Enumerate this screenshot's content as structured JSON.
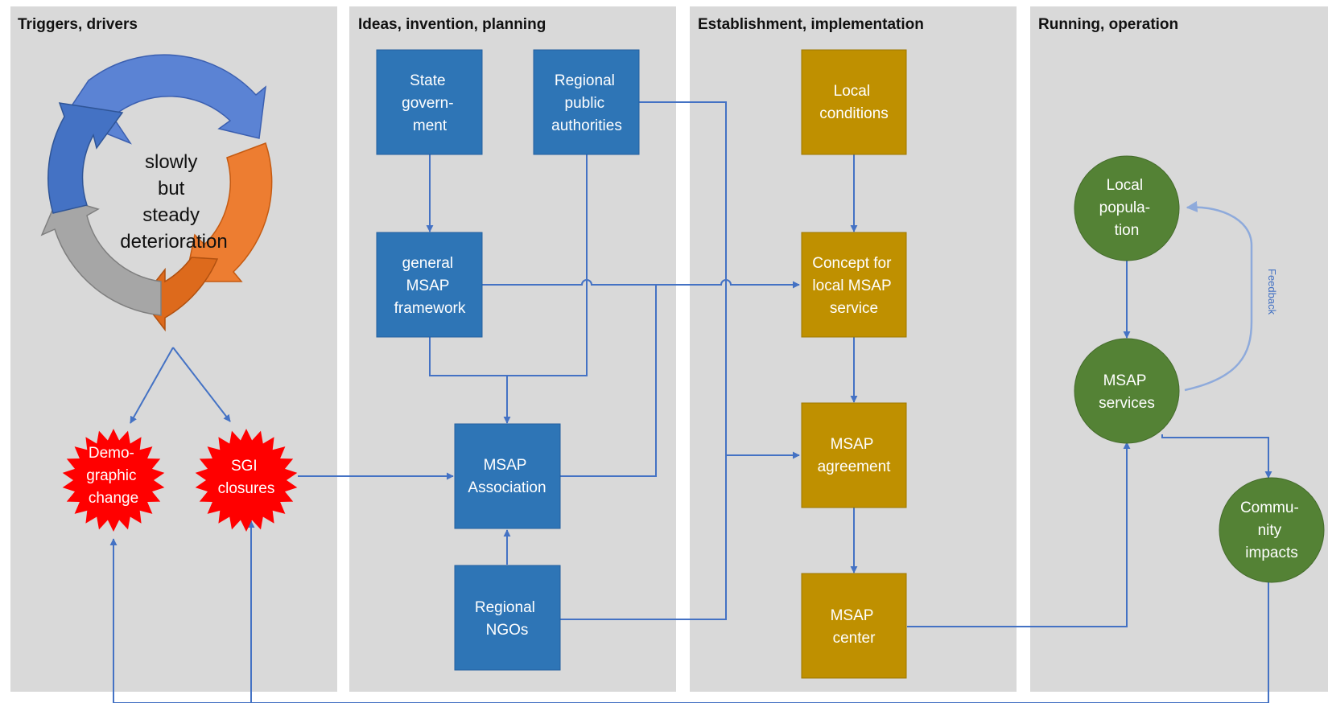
{
  "lanes": [
    {
      "title": "Triggers, drivers"
    },
    {
      "title": "Ideas, invention, planning"
    },
    {
      "title": "Establishment, implementation"
    },
    {
      "title": "Running, operation"
    }
  ],
  "cycle": {
    "lines": [
      "slowly",
      "but",
      "steady",
      "deterioration"
    ]
  },
  "nodes": {
    "demographic_change": [
      "Demo-",
      "graphic",
      "change"
    ],
    "sgi_closures": [
      "SGI",
      "closures"
    ],
    "state_government": [
      "State",
      "govern-",
      "ment"
    ],
    "regional_public_authorities": [
      "Regional",
      "public",
      "authorities"
    ],
    "general_msap_framework": [
      "general",
      "MSAP",
      "framework"
    ],
    "msap_association": [
      "MSAP",
      "Association"
    ],
    "regional_ngos": [
      "Regional",
      "NGOs"
    ],
    "local_conditions": [
      "Local",
      "conditions"
    ],
    "concept_local_msap": [
      "Concept for",
      "local MSAP",
      "service"
    ],
    "msap_agreement": [
      "MSAP",
      "agreement"
    ],
    "msap_center": [
      "MSAP",
      "center"
    ],
    "local_population": [
      "Local",
      "popula-",
      "tion"
    ],
    "msap_services": [
      "MSAP",
      "services"
    ],
    "community_impacts": [
      "Commu-",
      "nity",
      "impacts"
    ]
  },
  "feedback_label": "Feedback",
  "colors": {
    "lane_bg": "#d9d9d9",
    "blue_box": "#2e75b6",
    "gold_box": "#bf9000",
    "green_circle": "#548235",
    "red_star": "#ff0000",
    "connector": "#4472c4"
  }
}
